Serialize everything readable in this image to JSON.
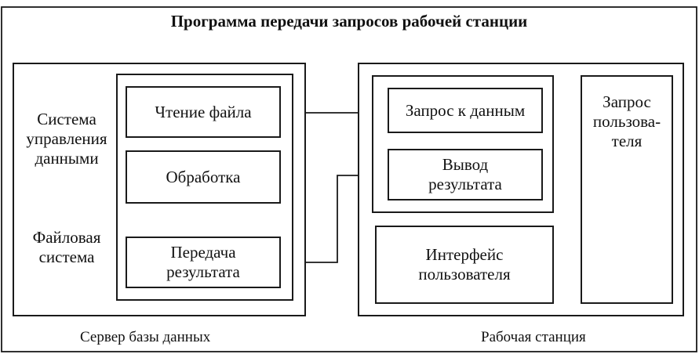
{
  "title": "Программа передачи запросов рабочей станции",
  "server": {
    "caption": "Сервер базы данных",
    "dbms_label": "Система управления данными",
    "fs_label": "Файловая система",
    "blocks": {
      "read_file": "Чтение файла",
      "processing": "Обработка",
      "transfer_result": "Передача результата"
    }
  },
  "workstation": {
    "caption": "Рабочая станция",
    "blocks": {
      "data_query": "Запрос к данным",
      "output_result": "Вывод результата",
      "user_interface": "Интерфейс пользователя",
      "user_request": "Запрос пользова-теля"
    }
  }
}
